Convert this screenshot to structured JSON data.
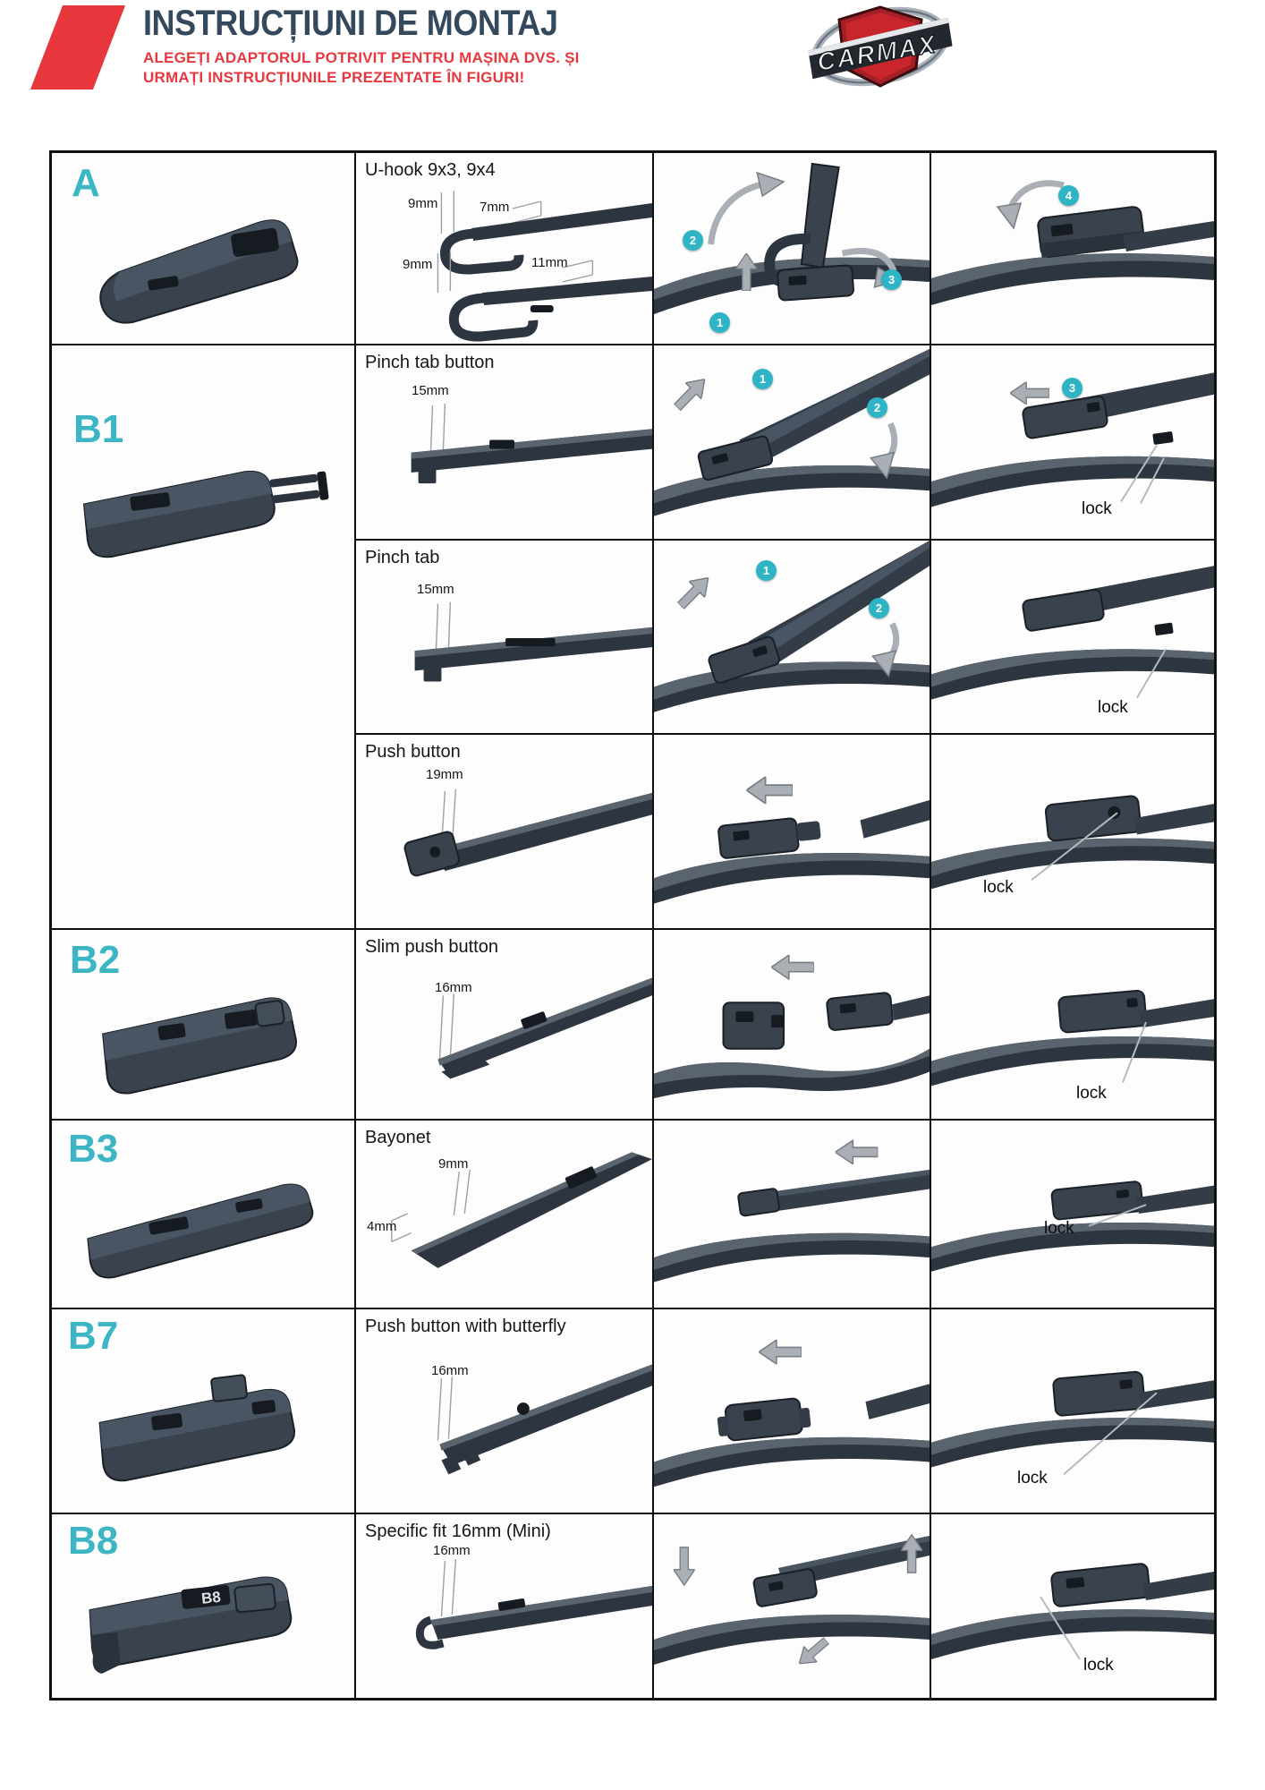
{
  "header": {
    "title": "INSTRUCȚIUNI DE MONTAJ",
    "subtitle_line1": "ALEGEȚI ADAPTORUL POTRIVIT PENTRU MAȘINA DVS. ȘI",
    "subtitle_line2": "URMAȚI INSTRUCȚIUNILE PREZENTATE ÎN FIGURI!",
    "brand": "CARMAX"
  },
  "colors": {
    "accent_teal": "#3cb6c4",
    "badge_teal": "#2eb4c4",
    "title_navy": "#35495d",
    "subtitle_red": "#e6393f",
    "logo_mark_red": "#e8363d",
    "table_border": "#101010"
  },
  "adapters": [
    {
      "letter": "A",
      "sections": [
        {
          "type": "U-hook 9x3, 9x4",
          "measurements": [
            "9mm",
            "7mm",
            "9mm",
            "11mm"
          ],
          "steps_install": [
            "1",
            "2",
            "3"
          ],
          "steps_final": [
            "4"
          ],
          "lock": ""
        }
      ]
    },
    {
      "letter": "B1",
      "sections": [
        {
          "type": "Pinch tab button",
          "measurements": [
            "15mm"
          ],
          "steps_install": [
            "1",
            "2"
          ],
          "steps_final": [
            "3"
          ],
          "lock": "lock"
        },
        {
          "type": "Pinch tab",
          "measurements": [
            "15mm"
          ],
          "steps_install": [
            "1",
            "2"
          ],
          "steps_final": [],
          "lock": "lock"
        },
        {
          "type": "Push button",
          "measurements": [
            "19mm"
          ],
          "steps_install": [],
          "steps_final": [],
          "lock": "lock"
        }
      ]
    },
    {
      "letter": "B2",
      "sections": [
        {
          "type": "Slim push button",
          "measurements": [
            "16mm"
          ],
          "steps_install": [],
          "steps_final": [],
          "lock": "lock"
        }
      ]
    },
    {
      "letter": "B3",
      "sections": [
        {
          "type": "Bayonet",
          "measurements": [
            "9mm",
            "4mm"
          ],
          "steps_install": [],
          "steps_final": [],
          "lock": "lock"
        }
      ]
    },
    {
      "letter": "B7",
      "sections": [
        {
          "type": "Push button with butterfly",
          "measurements": [
            "16mm"
          ],
          "steps_install": [],
          "steps_final": [],
          "lock": "lock"
        }
      ]
    },
    {
      "letter": "B8",
      "sections": [
        {
          "type": "Specific fit 16mm (Mini)",
          "measurements": [
            "16mm"
          ],
          "steps_install": [],
          "steps_final": [],
          "lock": "lock"
        }
      ]
    }
  ]
}
